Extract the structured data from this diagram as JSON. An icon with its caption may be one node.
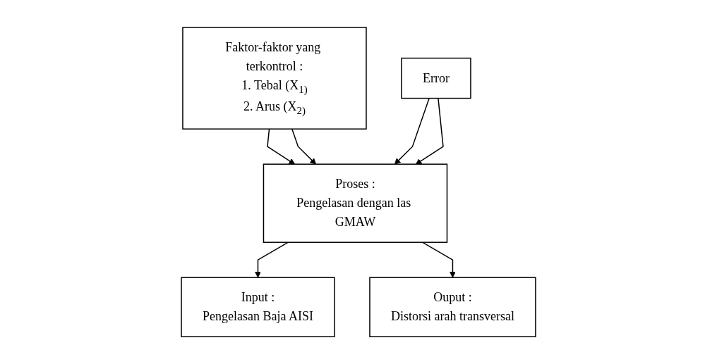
{
  "diagram": {
    "nodes": [
      {
        "text": [
          "Faktor-faktor yang terkontrol :",
          "1. Tebal (X$_{1)}$",
          "2. Arus (X$_{2)}$"
        ]
      },
      {
        "text": [
          "Input :",
          "Pengelasan Baja AISI"
        ]
      },
      {
        "text": [
          "Proses :",
          "Pengelasan dengan las GMAW"
        ]
      },
      {
        "text": [
          "Ouput :",
          "Distorsi arah transversal"
        ]
      },
      {
        "text": [
          "Error"
        ]
      }
    ],
    "edges": [
      {
        "from": 0,
        "to": 2,
        "arrow": "to"
      },
      {
        "from": 0,
        "to": 2,
        "arrow": "to"
      },
      {
        "from": 2,
        "to": 1,
        "arrow": "to"
      },
      {
        "from": 2,
        "to": 3,
        "arrow": "to"
      },
      {
        "from": 4,
        "to": 2,
        "arrow": "to"
      },
      {
        "from": 4,
        "to": 2,
        "arrow": "to"
      }
    ]
  }
}
